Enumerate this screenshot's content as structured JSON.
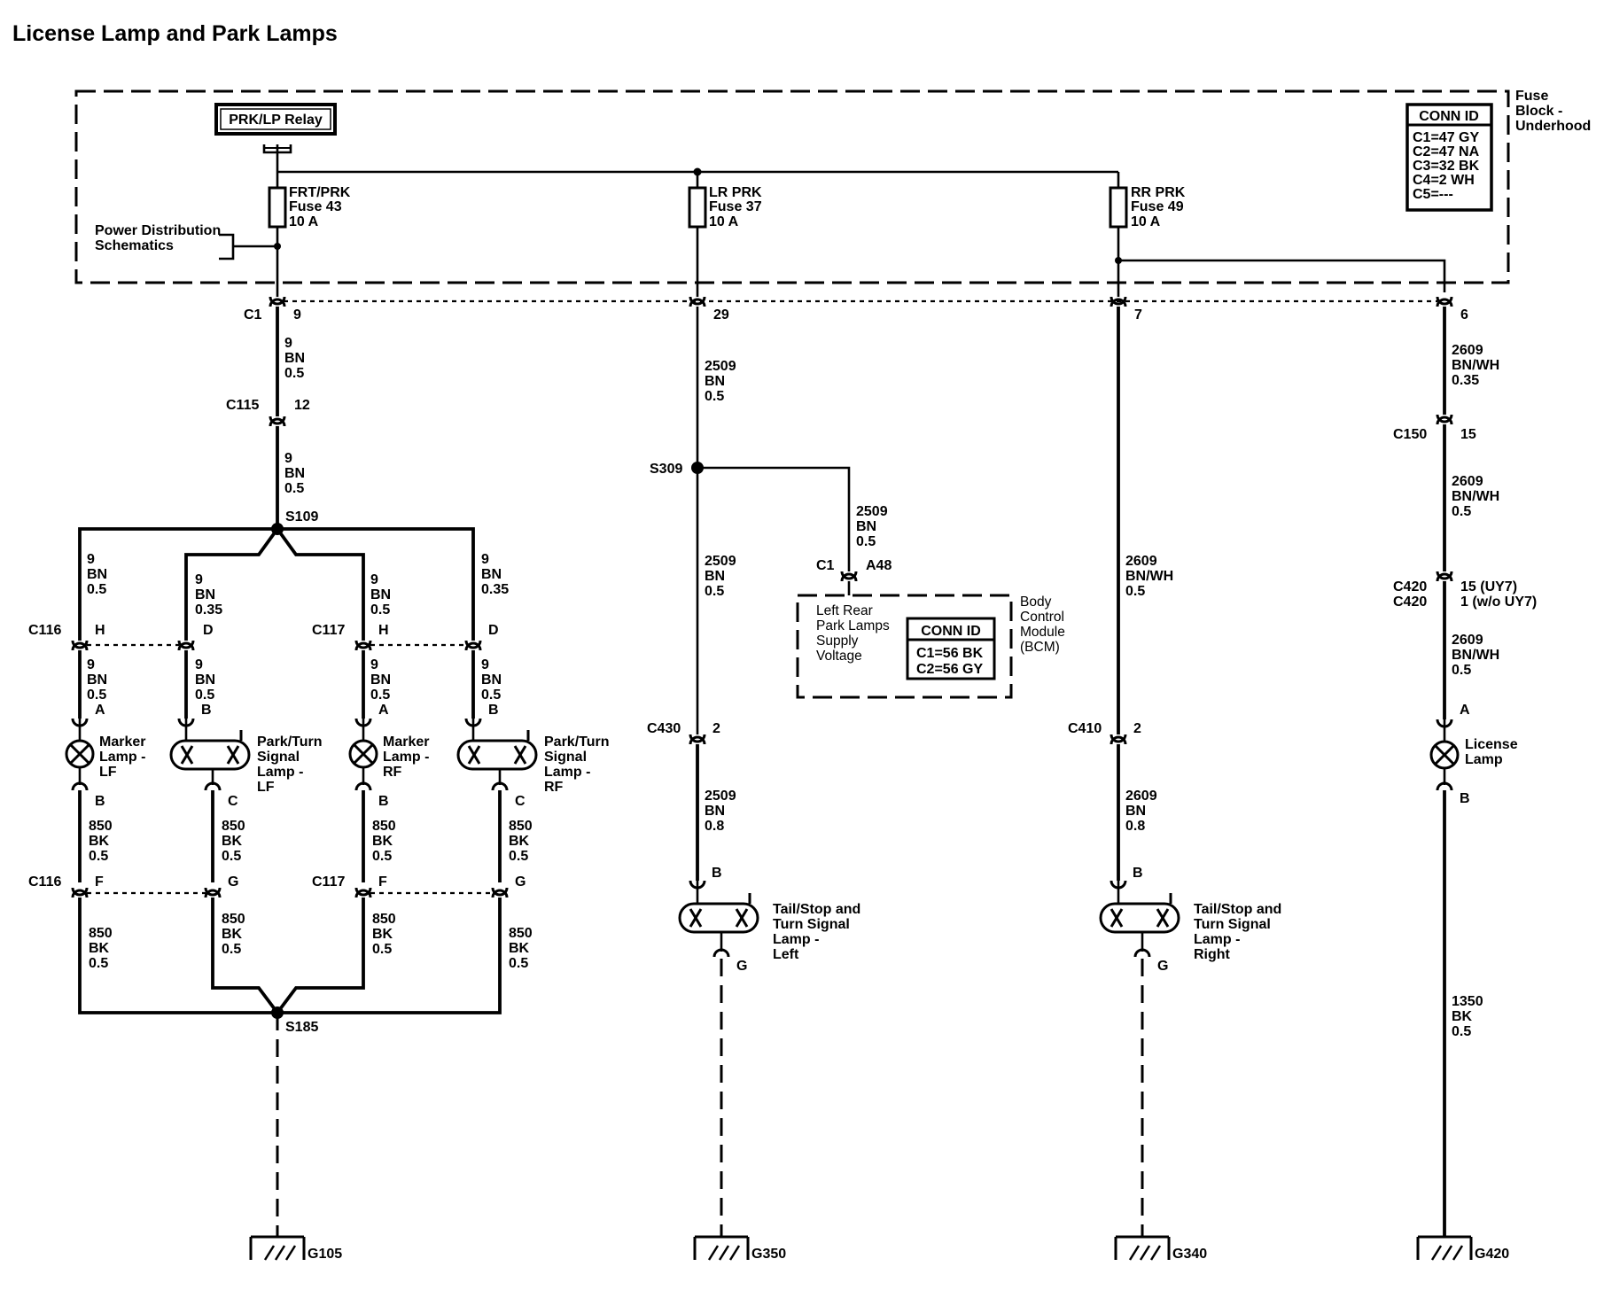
{
  "title": "License Lamp and Park Lamps",
  "fuse_block": {
    "line1": "Fuse",
    "line2": "Block -",
    "line3": "Underhood"
  },
  "relay": "PRK/LP Relay",
  "conn_id_fuse": {
    "header": "CONN ID",
    "rows": [
      "C1=47 GY",
      "C2=47 NA",
      "C3=32 BK",
      "C4=2 WH",
      "C5=---"
    ]
  },
  "power_dist": {
    "line1": "Power Distribution",
    "line2": "Schematics"
  },
  "fuses": [
    {
      "name": "FRT/PRK",
      "num": "Fuse 43",
      "amp": "10 A"
    },
    {
      "name": "LR PRK",
      "num": "Fuse 37",
      "amp": "10 A"
    },
    {
      "name": "RR PRK",
      "num": "Fuse 49",
      "amp": "10 A"
    }
  ],
  "c1": {
    "label": "C1",
    "pins": [
      "9",
      "29",
      "7",
      "6"
    ]
  },
  "wire": {
    "w9": "9",
    "bn": "BN",
    "bk": "BK",
    "bnwh": "BN/WH",
    "g05": "0.5",
    "g035": "0.35",
    "g08": "0.8",
    "w850": "850",
    "w2509": "2509",
    "w2609": "2609",
    "w1350": "1350"
  },
  "connectors": {
    "c115": "C115",
    "c115_pin": "12",
    "c116": "C116",
    "c117": "C117",
    "c150": "C150",
    "c150_pin": "15",
    "c420": "C420",
    "c420_pin1": "15 (UY7)",
    "c420_pin2": "1 (w/o UY7)",
    "c430": "C430",
    "c410": "C410",
    "pin2": "2",
    "pH": "H",
    "pD": "D",
    "pF": "F",
    "pG": "G",
    "pA": "A",
    "pB": "B",
    "pC": "C",
    "bcm_c1": "C1",
    "bcm_pin": "A48"
  },
  "splices": {
    "s109": "S109",
    "s185": "S185",
    "s309": "S309"
  },
  "lamps": {
    "marker_lf": [
      "Marker",
      "Lamp -",
      "LF"
    ],
    "park_lf": [
      "Park/Turn",
      "Signal",
      "Lamp -",
      "LF"
    ],
    "marker_rf": [
      "Marker",
      "Lamp -",
      "RF"
    ],
    "park_rf": [
      "Park/Turn",
      "Signal",
      "Lamp -",
      "RF"
    ],
    "tail_left": [
      "Tail/Stop and",
      "Turn Signal",
      "Lamp -",
      "Left"
    ],
    "tail_right": [
      "Tail/Stop and",
      "Turn Signal",
      "Lamp -",
      "Right"
    ],
    "license": [
      "License",
      "Lamp"
    ]
  },
  "bcm": {
    "desc": [
      "Left Rear",
      "Park Lamps",
      "Supply",
      "Voltage"
    ],
    "name": [
      "Body",
      "Control",
      "Module",
      "(BCM)"
    ],
    "conn_header": "CONN ID",
    "conn_rows": [
      "C1=56 BK",
      "C2=56 GY"
    ]
  },
  "grounds": [
    "G105",
    "G350",
    "G340",
    "G420"
  ]
}
